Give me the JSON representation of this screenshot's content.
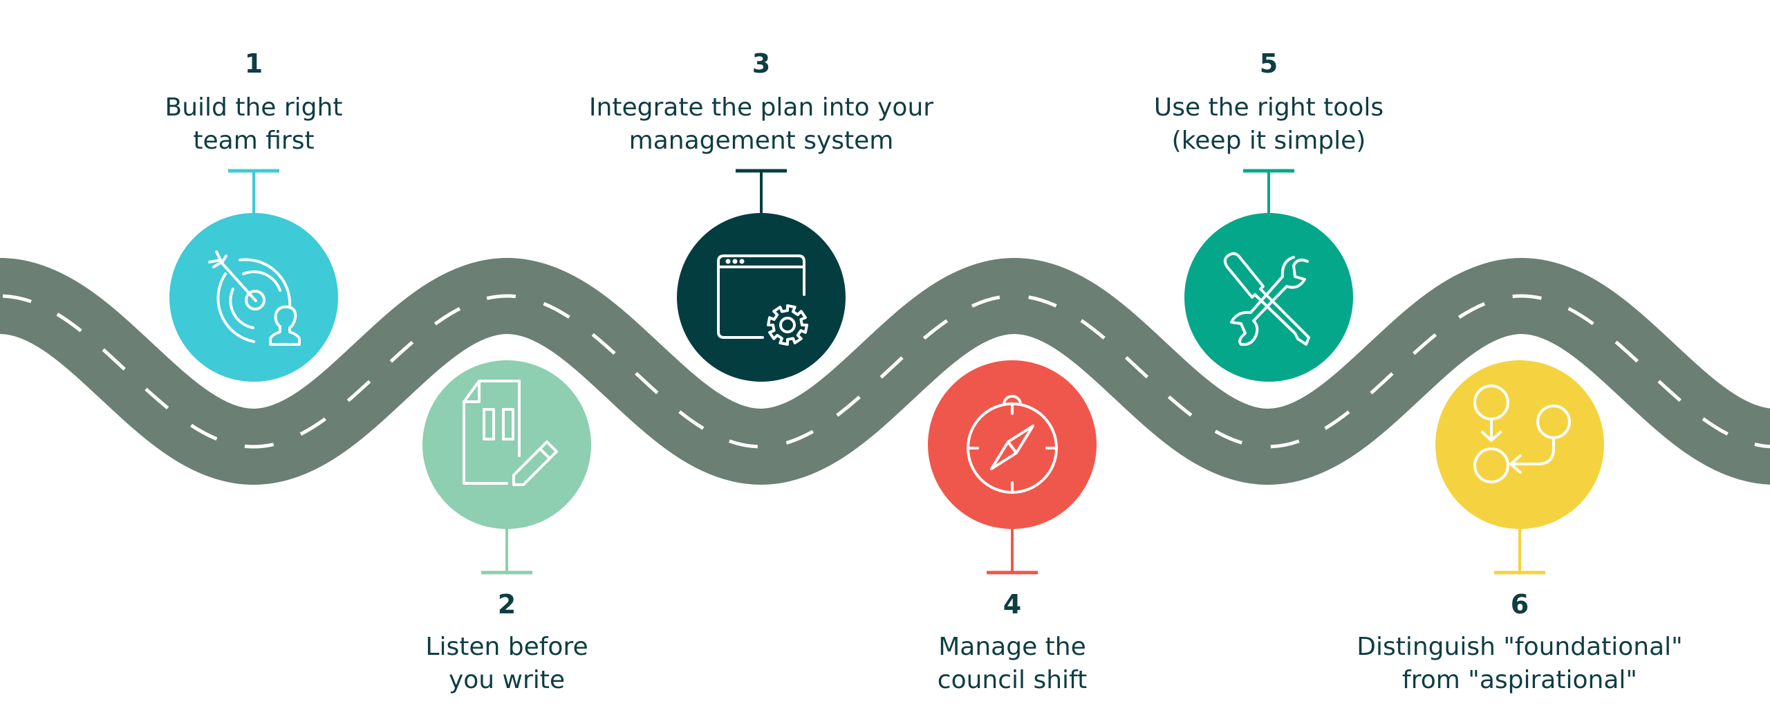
{
  "title": "Six-step roadmap",
  "colors": {
    "road": "#6b7f74",
    "road_marking": "#ffffff",
    "text": "#0e3d43",
    "icon_stroke": "#ffffff"
  },
  "steps": [
    {
      "number": "1",
      "lines": [
        "Build the right",
        "team first"
      ],
      "color": "#3ecad6",
      "icon": "target-person-icon",
      "position": "top"
    },
    {
      "number": "2",
      "lines": [
        "Listen before",
        "you write"
      ],
      "color": "#8dcfb0",
      "icon": "document-pencil-icon",
      "position": "bottom"
    },
    {
      "number": "3",
      "lines": [
        "Integrate the plan into your",
        "management system"
      ],
      "color": "#033d40",
      "icon": "browser-gear-icon",
      "position": "top"
    },
    {
      "number": "4",
      "lines": [
        "Manage the",
        "council shift"
      ],
      "color": "#f0574c",
      "icon": "compass-icon",
      "position": "bottom"
    },
    {
      "number": "5",
      "lines": [
        "Use the right tools",
        "(keep it simple)"
      ],
      "color": "#04a789",
      "icon": "tools-icon",
      "position": "top"
    },
    {
      "number": "6",
      "lines": [
        "Distinguish \"foundational\"",
        "from \"aspirational\""
      ],
      "color": "#f5d340",
      "icon": "flow-nodes-icon",
      "position": "bottom"
    }
  ]
}
